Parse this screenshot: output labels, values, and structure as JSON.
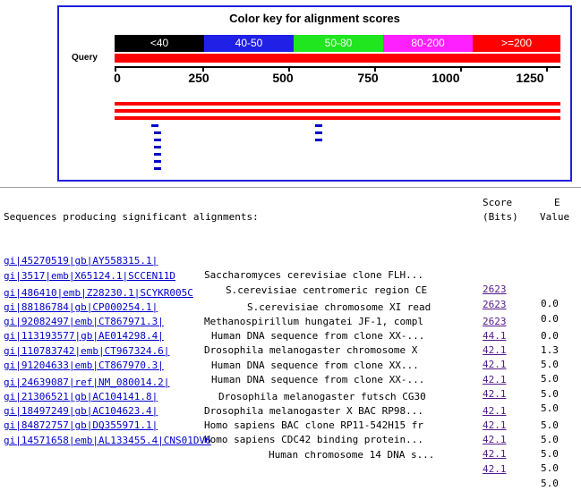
{
  "graphic": {
    "title": "Color key for alignment scores",
    "key": [
      {
        "label": "<40",
        "color": "#000000"
      },
      {
        "label": "40-50",
        "color": "#2020e6"
      },
      {
        "label": "50-80",
        "color": "#20e620"
      },
      {
        "label": "80-200",
        "color": "#ff20ff"
      },
      {
        "label": ">=200",
        "color": "#ff0000"
      }
    ],
    "query_label": "Query",
    "axis_ticks": [
      "0",
      "250",
      "500",
      "750",
      "1000",
      "1250"
    ]
  },
  "header": {
    "score_label": "Score",
    "bits_label": "(Bits)",
    "e_label": "E",
    "value_label": "Value",
    "title": "Sequences producing significant alignments:"
  },
  "rows": [
    {
      "acc": "gi|45270519|gb|AY558315.1|",
      "desc": "Saccharomyces cerevisiae clone FLH...",
      "score": "2623",
      "evalue": "0.0"
    },
    {
      "acc": "gi|3517|emb|X65124.1|SCCEN11D",
      "desc": "S.cerevisiae centromeric region CE",
      "score": "2623",
      "evalue": "0.0"
    },
    {
      "acc": "gi|486410|emb|Z28230.1|SCYKR005C",
      "desc": "S.cerevisiae chromosome XI read",
      "score": "2623",
      "evalue": "0.0"
    },
    {
      "acc": "gi|88186784|gb|CP000254.1|",
      "desc": "Methanospirillum hungatei JF-1, compl",
      "score": "44.1",
      "evalue": "1.3"
    },
    {
      "acc": "gi|92082497|emb|CT867971.3|",
      "desc": "Human DNA sequence from clone XX-...",
      "score": "42.1",
      "evalue": "5.0"
    },
    {
      "acc": "gi|113193577|gb|AE014298.4|",
      "desc": "Drosophila melanogaster chromosome X",
      "score": "42.1",
      "evalue": "5.0"
    },
    {
      "acc": "gi|110783742|emb|CT967324.6|",
      "desc": "Human DNA sequence from clone XX...",
      "score": "42.1",
      "evalue": "5.0"
    },
    {
      "acc": "gi|91204633|emb|CT867970.3|",
      "desc": "Human DNA sequence from clone XX-...",
      "score": "42.1",
      "evalue": "5.0"
    },
    {
      "acc": "gi|24639087|ref|NM_080014.2|",
      "desc": "Drosophila melanogaster futsch CG30",
      "score": "42.1",
      "evalue": "5.0"
    },
    {
      "acc": "gi|21306521|gb|AC104141.8|",
      "desc": "Drosophila melanogaster X BAC RP98...",
      "score": "42.1",
      "evalue": "5.0"
    },
    {
      "acc": "gi|18497249|gb|AC104623.4|",
      "desc": "Homo sapiens BAC clone RP11-542H15 fr",
      "score": "42.1",
      "evalue": "5.0"
    },
    {
      "acc": "gi|84872757|gb|DQ355971.1|",
      "desc": "Homo sapiens CDC42 binding protein...",
      "score": "42.1",
      "evalue": "5.0"
    },
    {
      "acc": "gi|14571658|emb|AL133455.4|CNS01DV6",
      "desc": "Human chromosome 14 DNA s...",
      "score": "42.1",
      "evalue": "5.0"
    }
  ]
}
